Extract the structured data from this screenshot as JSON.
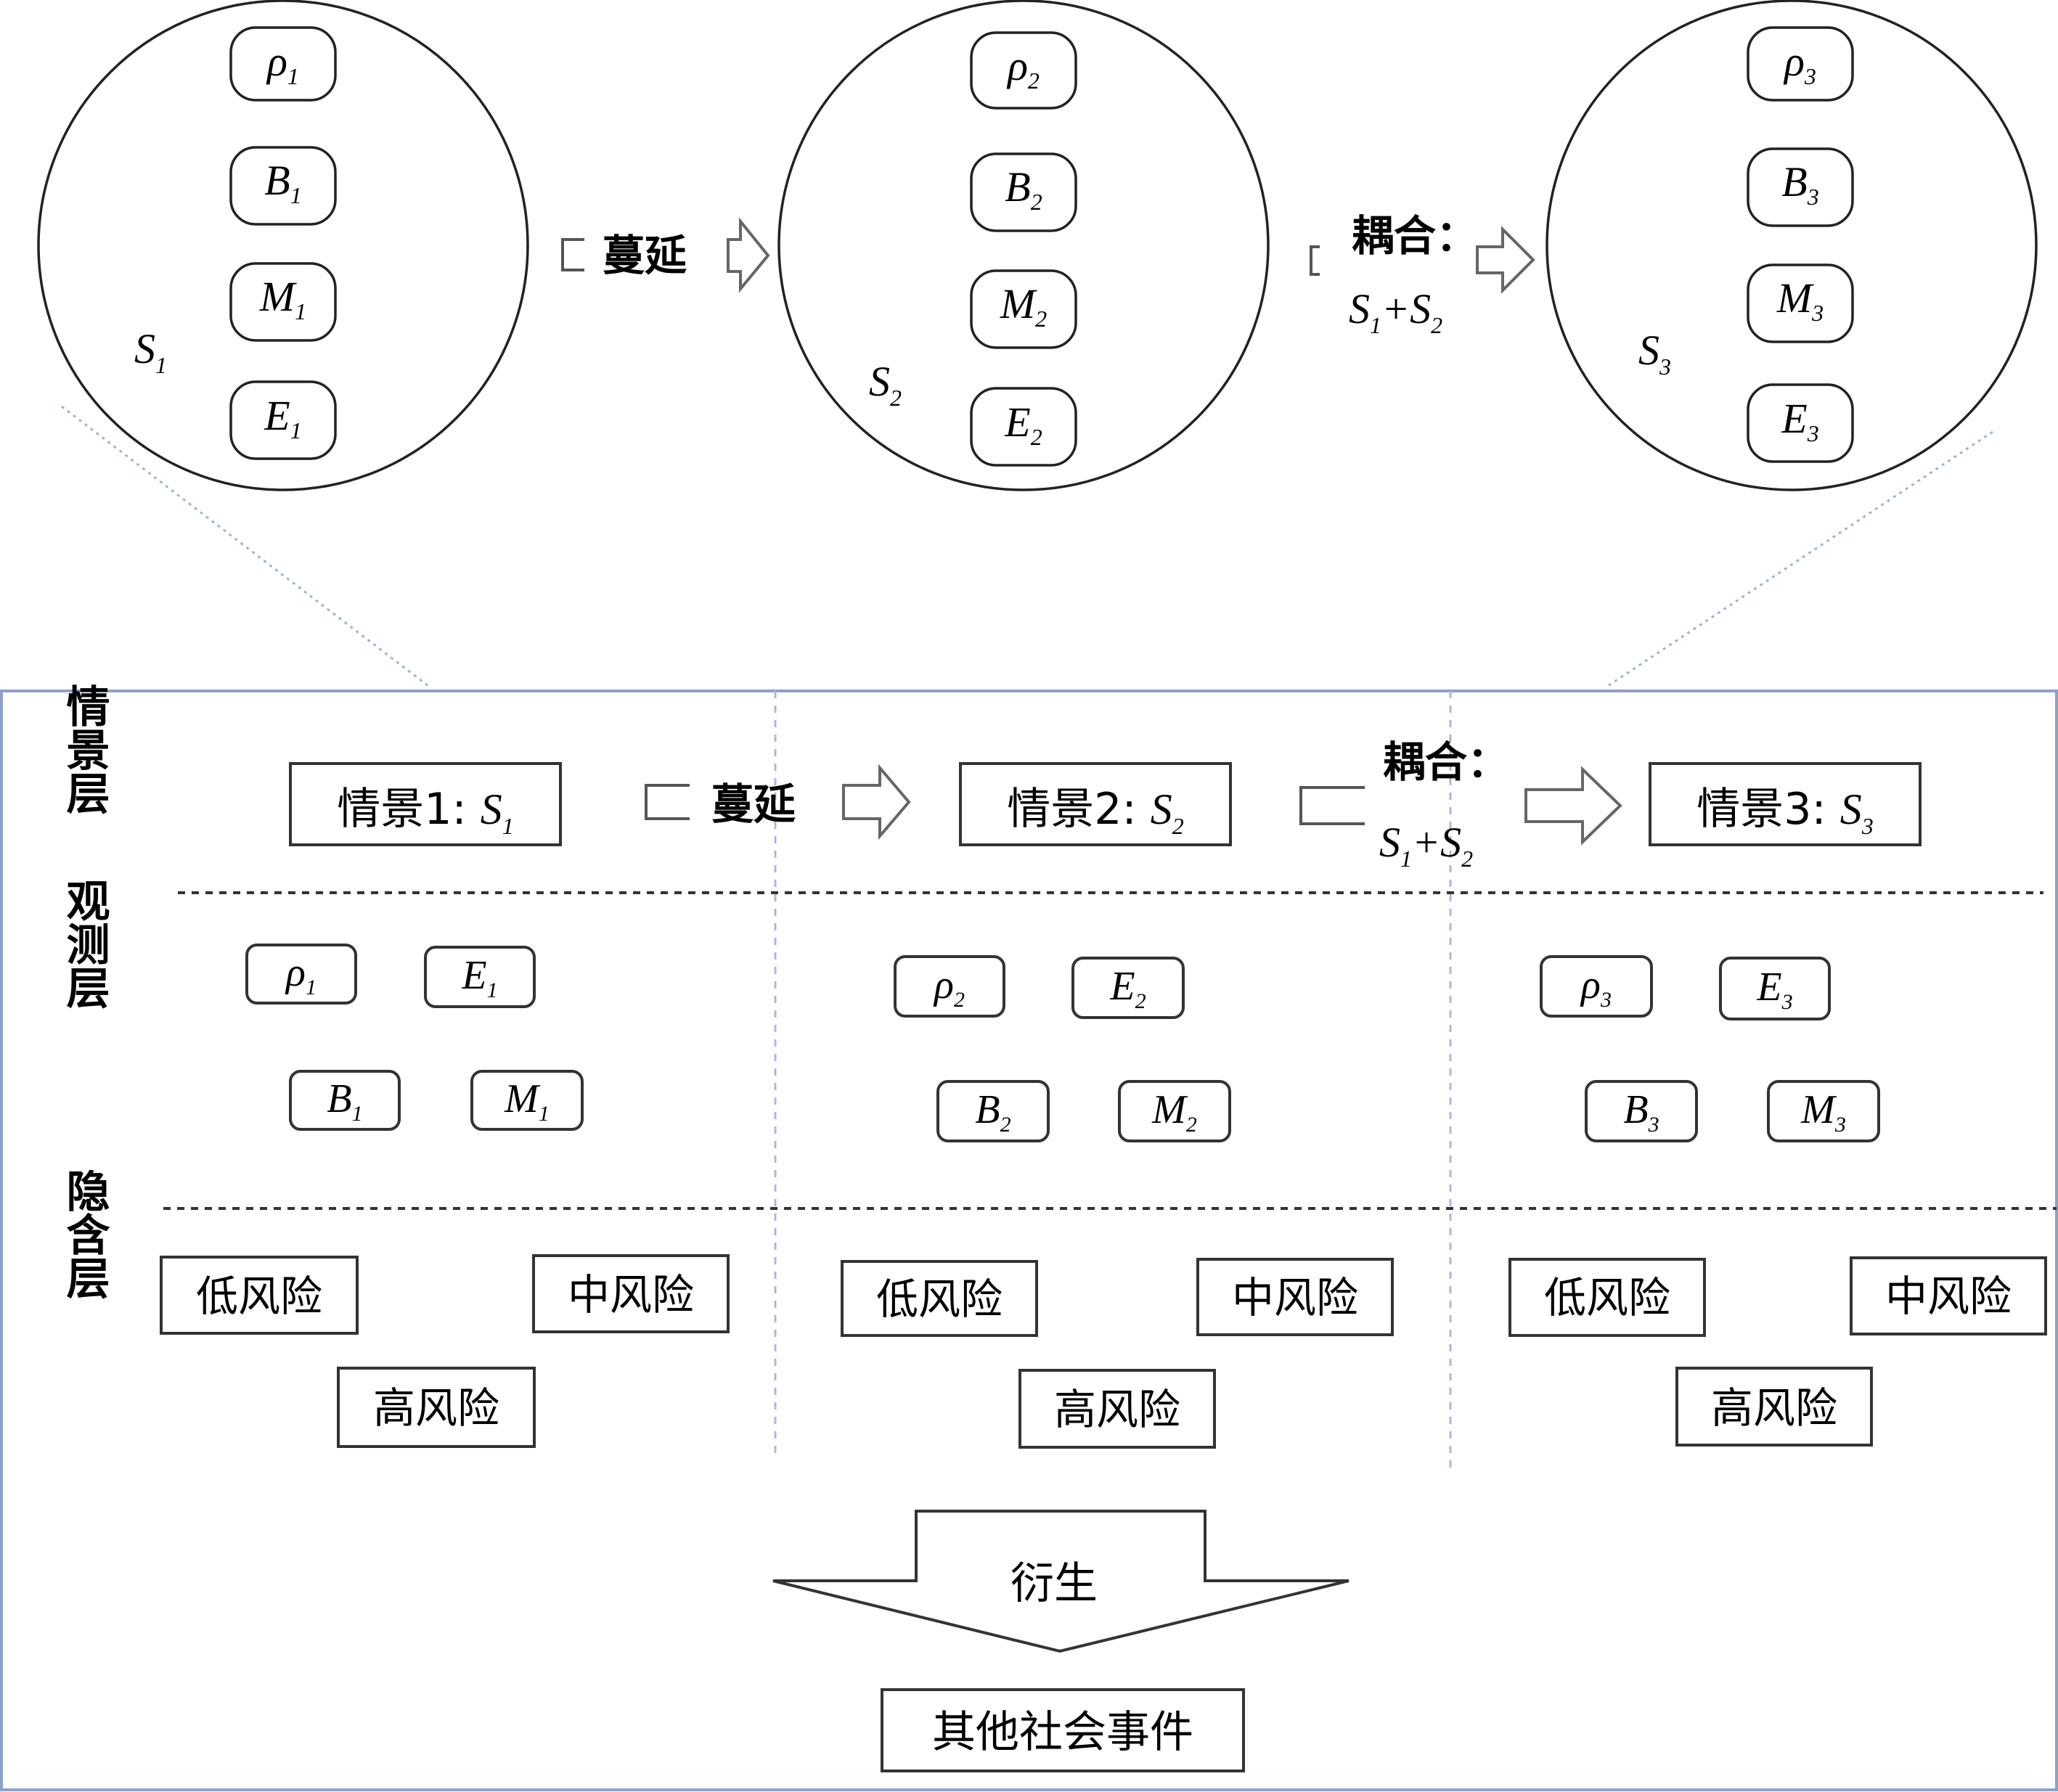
{
  "top_states": [
    {
      "name": "S",
      "sub": "1",
      "vars": [
        {
          "sym": "ρ",
          "sub": "1"
        },
        {
          "sym": "B",
          "sub": "1"
        },
        {
          "sym": "M",
          "sub": "1"
        },
        {
          "sym": "E",
          "sub": "1"
        }
      ]
    },
    {
      "name": "S",
      "sub": "2",
      "vars": [
        {
          "sym": "ρ",
          "sub": "2"
        },
        {
          "sym": "B",
          "sub": "2"
        },
        {
          "sym": "M",
          "sub": "2"
        },
        {
          "sym": "E",
          "sub": "2"
        }
      ]
    },
    {
      "name": "S",
      "sub": "3",
      "vars": [
        {
          "sym": "ρ",
          "sub": "3"
        },
        {
          "sym": "B",
          "sub": "3"
        },
        {
          "sym": "M",
          "sub": "3"
        },
        {
          "sym": "E",
          "sub": "3"
        }
      ]
    }
  ],
  "transitions": {
    "spread": "蔓延",
    "coupling": "耦合：",
    "coupling_formula": {
      "a": "S",
      "a_sub": "1",
      "plus": "+",
      "b": "S",
      "b_sub": "2"
    }
  },
  "layers": {
    "scenario": "情景层",
    "observation": "观测层",
    "hidden": "隐含层"
  },
  "scenarios": [
    {
      "prefix": "情景1: ",
      "sym": "S",
      "sub": "1"
    },
    {
      "prefix": "情景2: ",
      "sym": "S",
      "sub": "2"
    },
    {
      "prefix": "情景3: ",
      "sym": "S",
      "sub": "3"
    }
  ],
  "observations": [
    [
      {
        "sym": "ρ",
        "sub": "1"
      },
      {
        "sym": "E",
        "sub": "1"
      },
      {
        "sym": "B",
        "sub": "1"
      },
      {
        "sym": "M",
        "sub": "1"
      }
    ],
    [
      {
        "sym": "ρ",
        "sub": "2"
      },
      {
        "sym": "E",
        "sub": "2"
      },
      {
        "sym": "B",
        "sub": "2"
      },
      {
        "sym": "M",
        "sub": "2"
      }
    ],
    [
      {
        "sym": "ρ",
        "sub": "3"
      },
      {
        "sym": "E",
        "sub": "3"
      },
      {
        "sym": "B",
        "sub": "3"
      },
      {
        "sym": "M",
        "sub": "3"
      }
    ]
  ],
  "risks": {
    "low": "低风险",
    "mid": "中风险",
    "high": "高风险"
  },
  "derive_label": "衍生",
  "result_label": "其他社会事件"
}
